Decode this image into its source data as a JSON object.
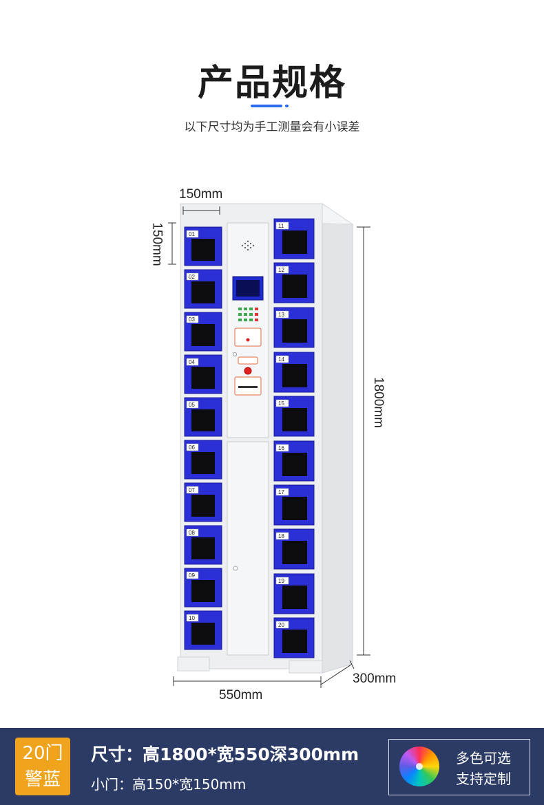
{
  "header": {
    "title": "产品规格",
    "subtitle": "以下尺寸均为手工测量会有小误差"
  },
  "dimensions": {
    "door_width": "150mm",
    "door_height": "150mm",
    "height": "1800mm",
    "width": "550mm",
    "depth": "300mm"
  },
  "lockers": {
    "left": [
      "01",
      "02",
      "03",
      "04",
      "05",
      "06",
      "07",
      "08",
      "09",
      "10"
    ],
    "right": [
      "11",
      "12",
      "13",
      "14",
      "15",
      "16",
      "17",
      "18",
      "19",
      "20"
    ]
  },
  "spec_bar": {
    "badge_line1": "20门",
    "badge_line2": "警蓝",
    "spec_main": "尺寸：高1800*宽550深300mm",
    "spec_door": "小门：高150*宽150mm",
    "option_line1": "多色可选",
    "option_line2": "支持定制"
  },
  "colors": {
    "door_blue": "#2b2fd6",
    "cabinet": "#eeeff1",
    "bar_bg": "#2c3a66",
    "badge": "#f0a41d",
    "accent": "#2a6df0"
  }
}
